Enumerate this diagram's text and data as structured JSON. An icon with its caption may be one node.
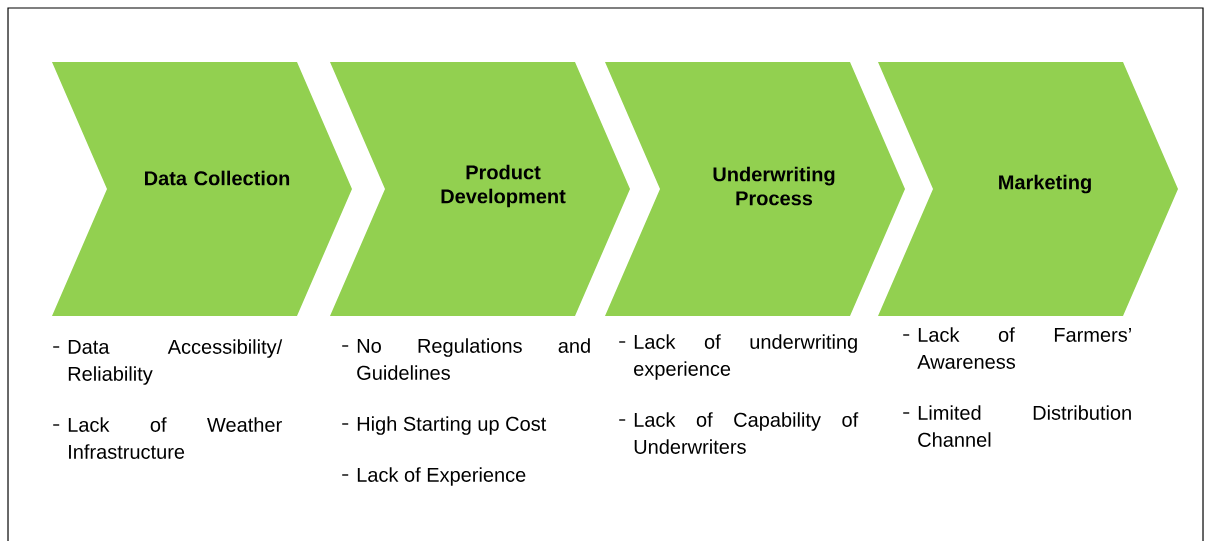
{
  "diagram": {
    "nodes": [
      {
        "text": [
          "Data Collection"
        ],
        "beside": [
          "Data Accessibility/ Reliability",
          "Lack of Weather Infrastructure"
        ]
      },
      {
        "text": [
          "Product Development"
        ],
        "beside": [
          "No Regulations and Guidelines",
          "High Starting up Cost",
          "Lack of Experience"
        ]
      },
      {
        "text": [
          "Underwriting Process"
        ],
        "beside": [
          "Lack of underwriting experience",
          "Lack of Capability of Underwriters"
        ]
      },
      {
        "text": [
          "Marketing"
        ],
        "beside": [
          "Lack of Farmers’ Awareness",
          "Limited Distribution Channel"
        ]
      }
    ]
  }
}
